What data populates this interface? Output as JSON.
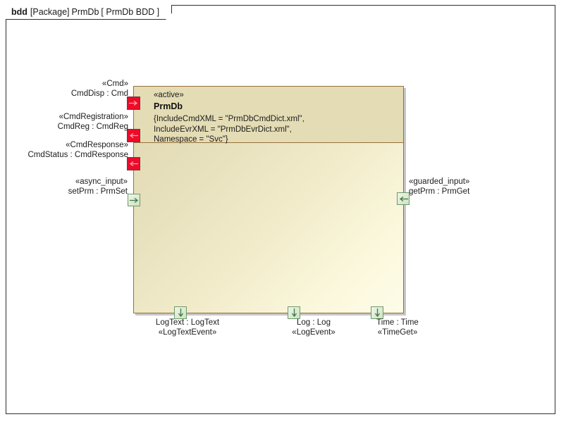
{
  "frame": {
    "kind": "bdd",
    "package_token": "[Package]",
    "package_name": "PrmDb",
    "diagram_name": "[ PrmDb BDD ]"
  },
  "block": {
    "stereotype": "«active»",
    "name": "PrmDb",
    "properties": [
      "{IncludeCmdXML = \"PrmDbCmdDict.xml\",",
      "IncludeEvrXML = \"PrmDbEvrDict.xml\",",
      "Namespace = \"Svc\"}"
    ],
    "colors": {
      "fill_top": "#e4dcb5",
      "fill_bottom": "#fdfce8",
      "border": "#96703c",
      "port_red": "#ec0b2b",
      "port_red_border": "#8a3038",
      "port_green": "#dbe9d2",
      "port_green_border": "#6f9a6c"
    }
  },
  "ports": {
    "left": [
      {
        "name": "cmd-disp",
        "stereotype": "«Cmd»",
        "label": "CmdDisp : Cmd",
        "direction": "right-arrow",
        "color": "red"
      },
      {
        "name": "cmd-reg",
        "stereotype": "«CmdRegistration»",
        "label": "CmdReg : CmdReg",
        "direction": "left-arrow",
        "color": "red"
      },
      {
        "name": "cmd-status",
        "stereotype": "«CmdResponse»",
        "label": "CmdStatus : CmdResponse",
        "direction": "left-arrow",
        "color": "red"
      },
      {
        "name": "set-prm",
        "stereotype": "«async_input»",
        "label": "setPrm : PrmSet",
        "direction": "right-arrow",
        "color": "green"
      }
    ],
    "right": [
      {
        "name": "get-prm",
        "stereotype": "«guarded_input»",
        "label": "getPrm : PrmGet",
        "direction": "left-arrow",
        "color": "green"
      }
    ],
    "bottom": [
      {
        "name": "log-text",
        "label": "LogText : LogText",
        "stereotype": "«LogTextEvent»",
        "direction": "down-arrow",
        "color": "green"
      },
      {
        "name": "log",
        "label": "Log : Log",
        "stereotype": "«LogEvent»",
        "direction": "down-arrow",
        "color": "green"
      },
      {
        "name": "time",
        "label": "Time : Time",
        "stereotype": "«TimeGet»",
        "direction": "down-arrow",
        "color": "green"
      }
    ]
  }
}
